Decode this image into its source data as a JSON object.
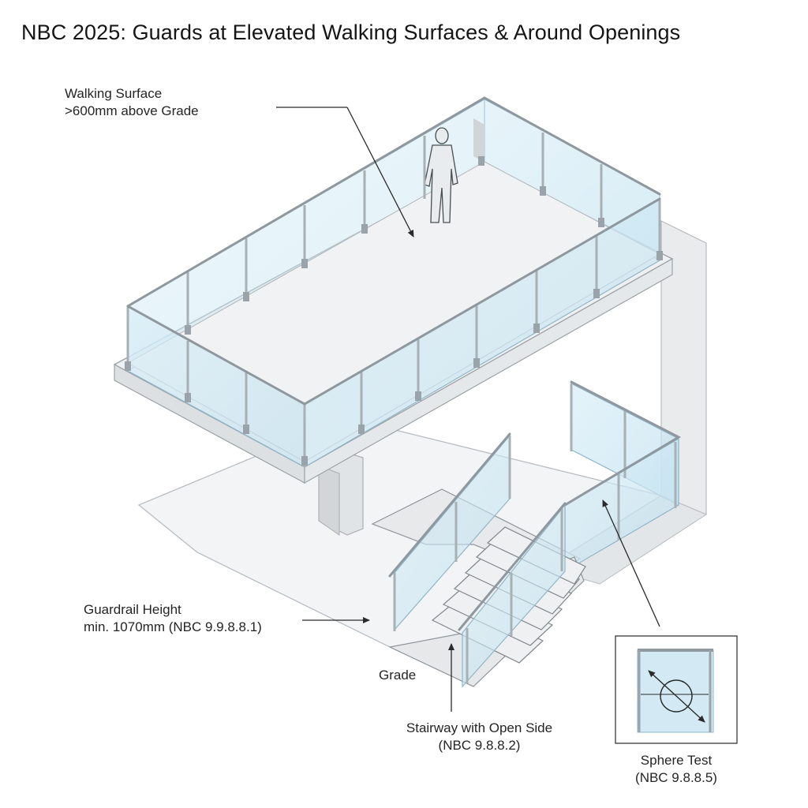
{
  "title": "NBC 2025: Guards at Elevated Walking Surfaces & Around Openings",
  "labels": {
    "walking_surface": {
      "line1": "Walking Surface",
      "line2": ">600mm above Grade"
    },
    "guardrail_height": {
      "line1": "Guardrail Height",
      "line2": "min. 1070mm (NBC 9.9.8.8.1)"
    },
    "grade": {
      "line1": "Grade"
    },
    "stairway": {
      "line1": "Stairway with Open Side",
      "line2": "(NBC 9.8.8.2)"
    },
    "sphere_test": {
      "line1": "Sphere Test",
      "line2": "(NBC 9.8.8.5)"
    }
  },
  "colors": {
    "glass": "#cfe7f2",
    "glass_edge": "#8fb7c9",
    "rail": "#b9c3c8",
    "floor": "#f0f1f2",
    "wall": "#e6e8ea",
    "line": "#2a2a2a"
  }
}
